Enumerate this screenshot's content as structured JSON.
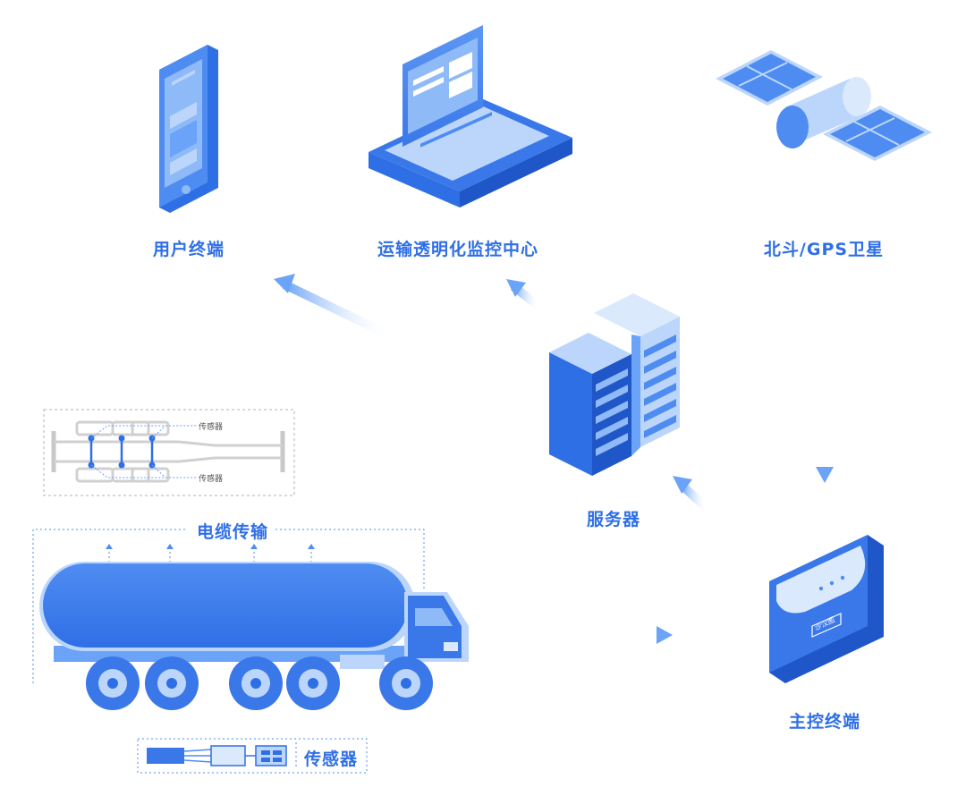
{
  "labels": {
    "user_terminal": "用户终端",
    "monitor_center": "运输透明化监控中心",
    "satellite": "北斗/GPS卫星",
    "server": "服务器",
    "main_terminal": "主控终端",
    "cable": "电缆传输",
    "sensor_legend": "传感器",
    "sensor_top": "传感器",
    "sensor_bottom": "传感器",
    "device_logo": "沙汉图"
  },
  "colors": {
    "primary": "#2f6fe6",
    "light": "#bcd6fb",
    "mid": "#6aa3f7",
    "dark": "#1f56c8"
  }
}
